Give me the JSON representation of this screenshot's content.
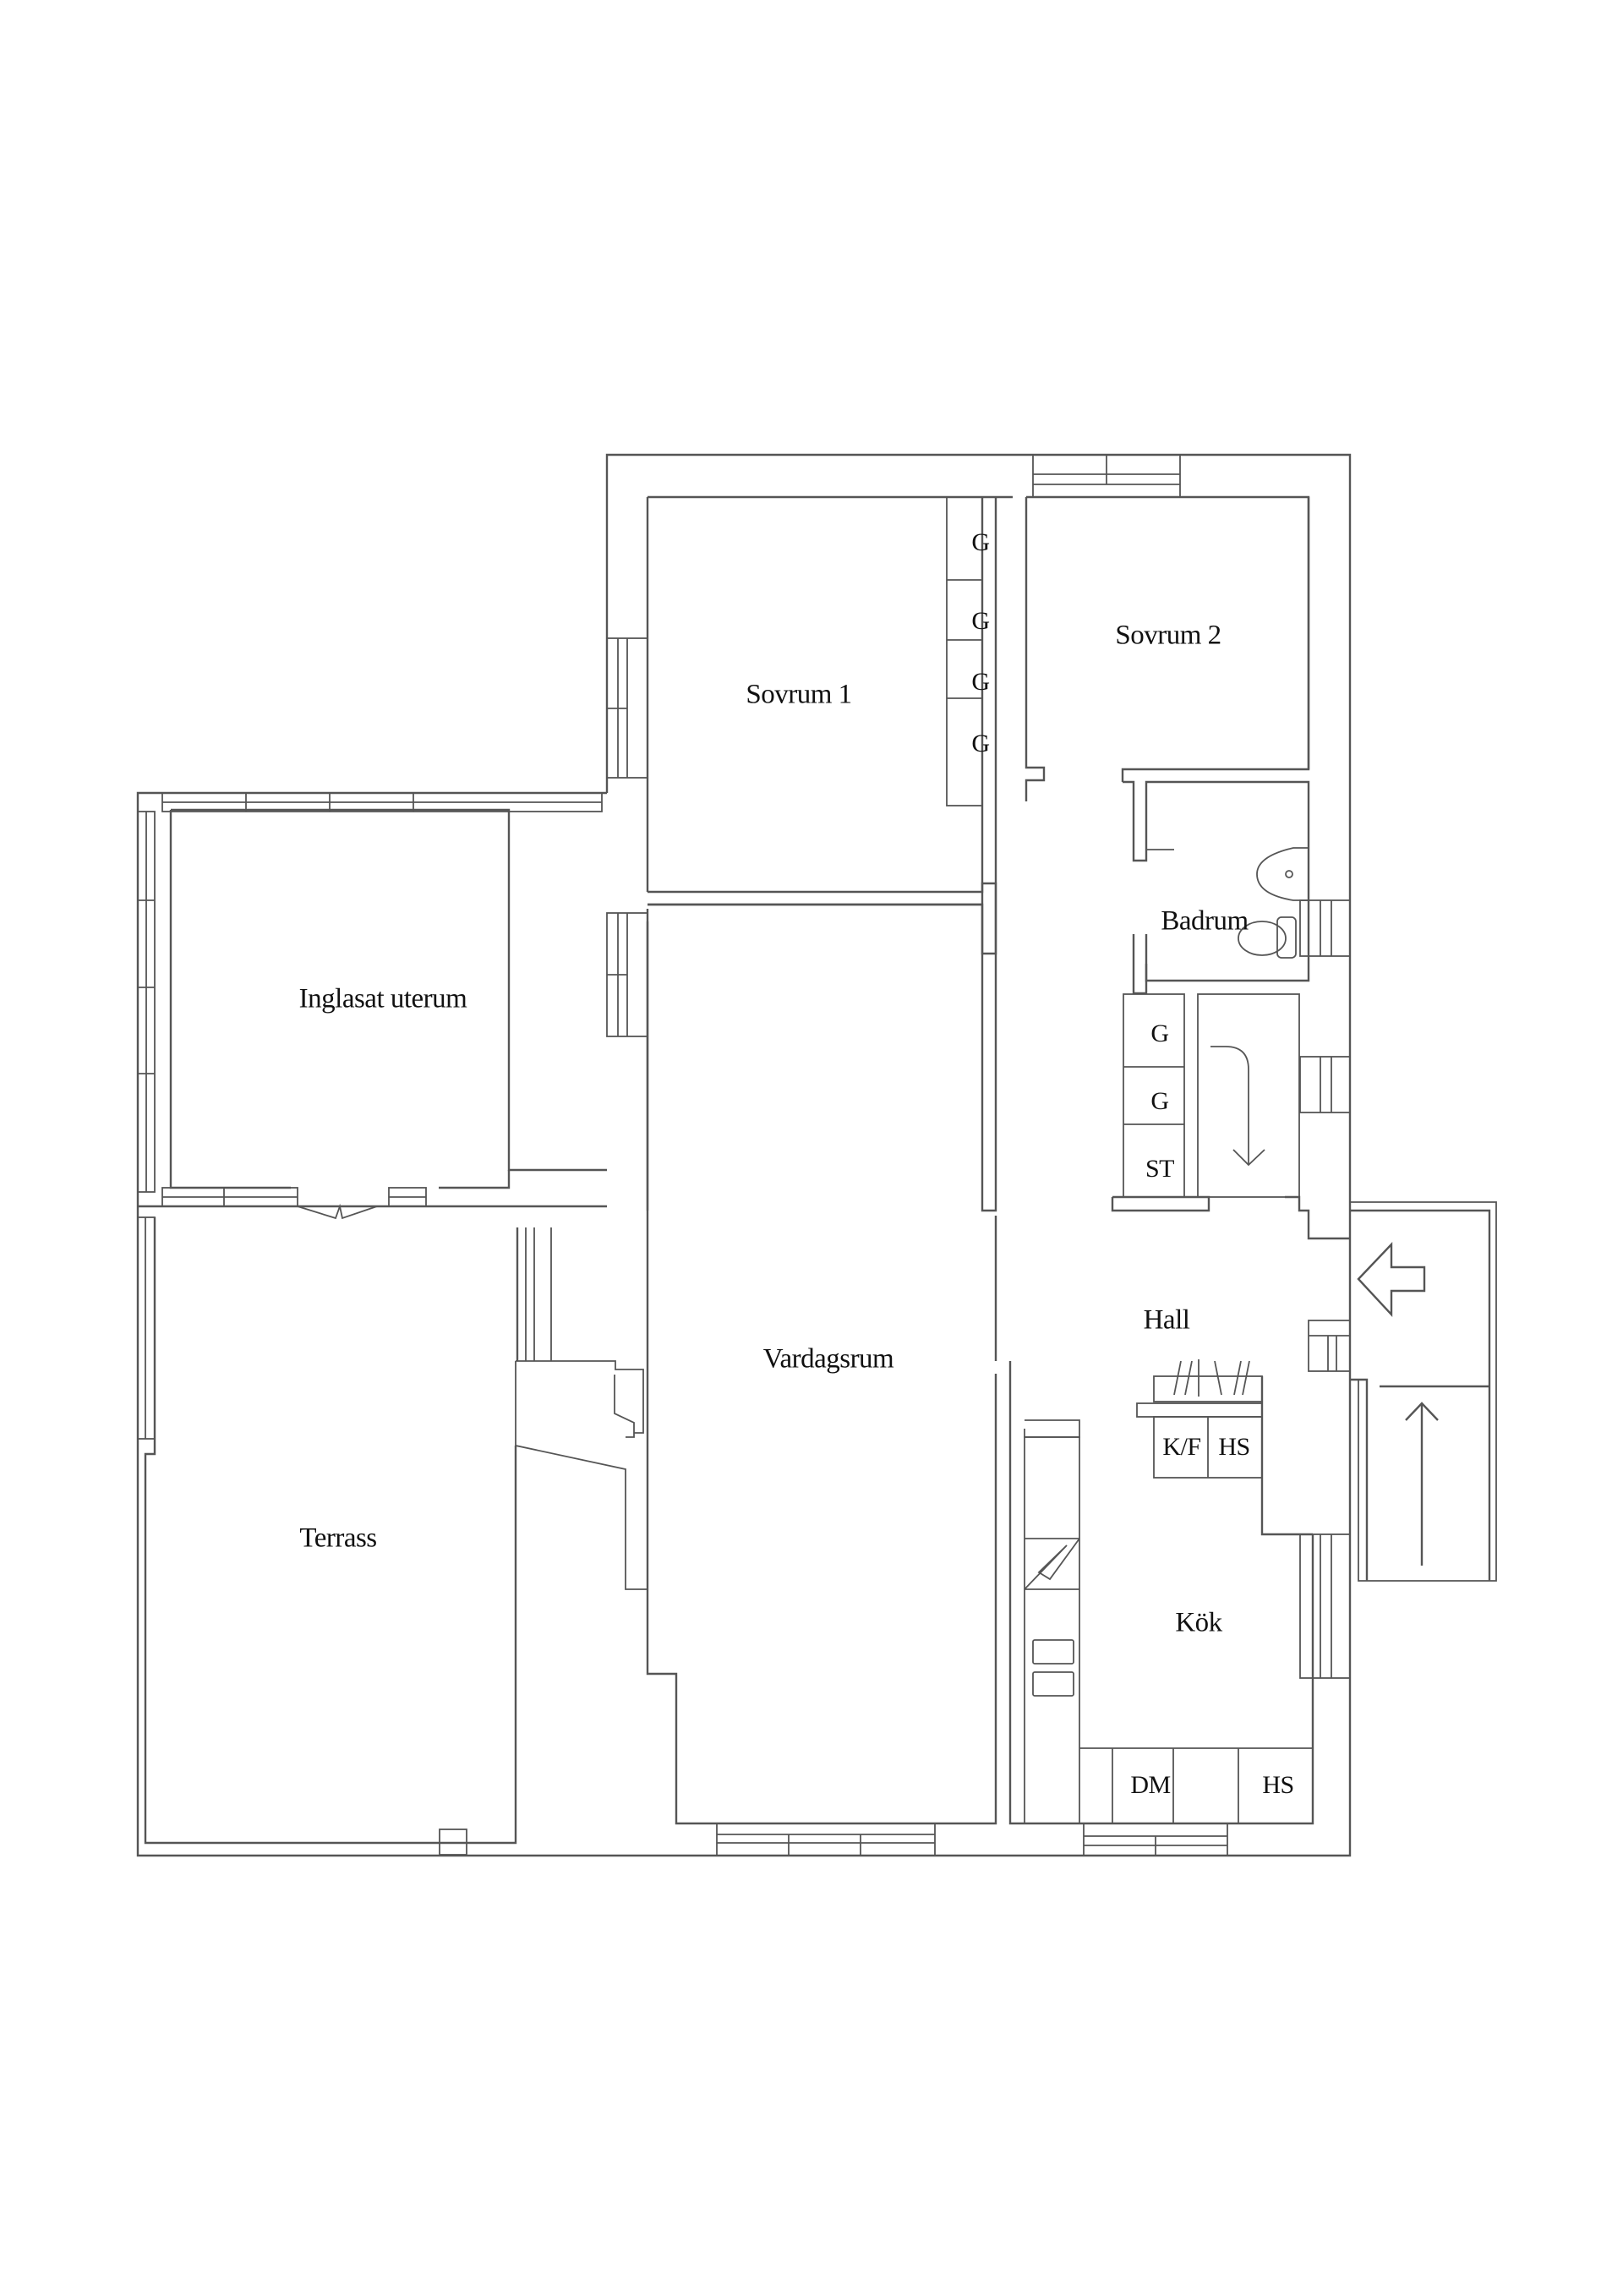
{
  "plan": {
    "rooms": {
      "sovrum1": "Sovrum 1",
      "sovrum2": "Sovrum 2",
      "badrum": "Badrum",
      "hall": "Hall",
      "vardagsrum": "Vardagsrum",
      "kok": "Kök",
      "inglasat_uterum": "Inglasat uterum",
      "terrass": "Terrass"
    },
    "tags": {
      "wardrobe": "G",
      "storage": "ST",
      "fridge_freezer": "K/F",
      "tall_cabinet": "HS",
      "dishwasher": "DM"
    },
    "icons": {
      "entrance_arrow": "arrow-left",
      "stair_arrow": "arrow-up",
      "inner_stair_arrow": "arrow-down"
    },
    "colors": {
      "line": "#555555",
      "text": "#111111",
      "background": "#ffffff"
    }
  }
}
